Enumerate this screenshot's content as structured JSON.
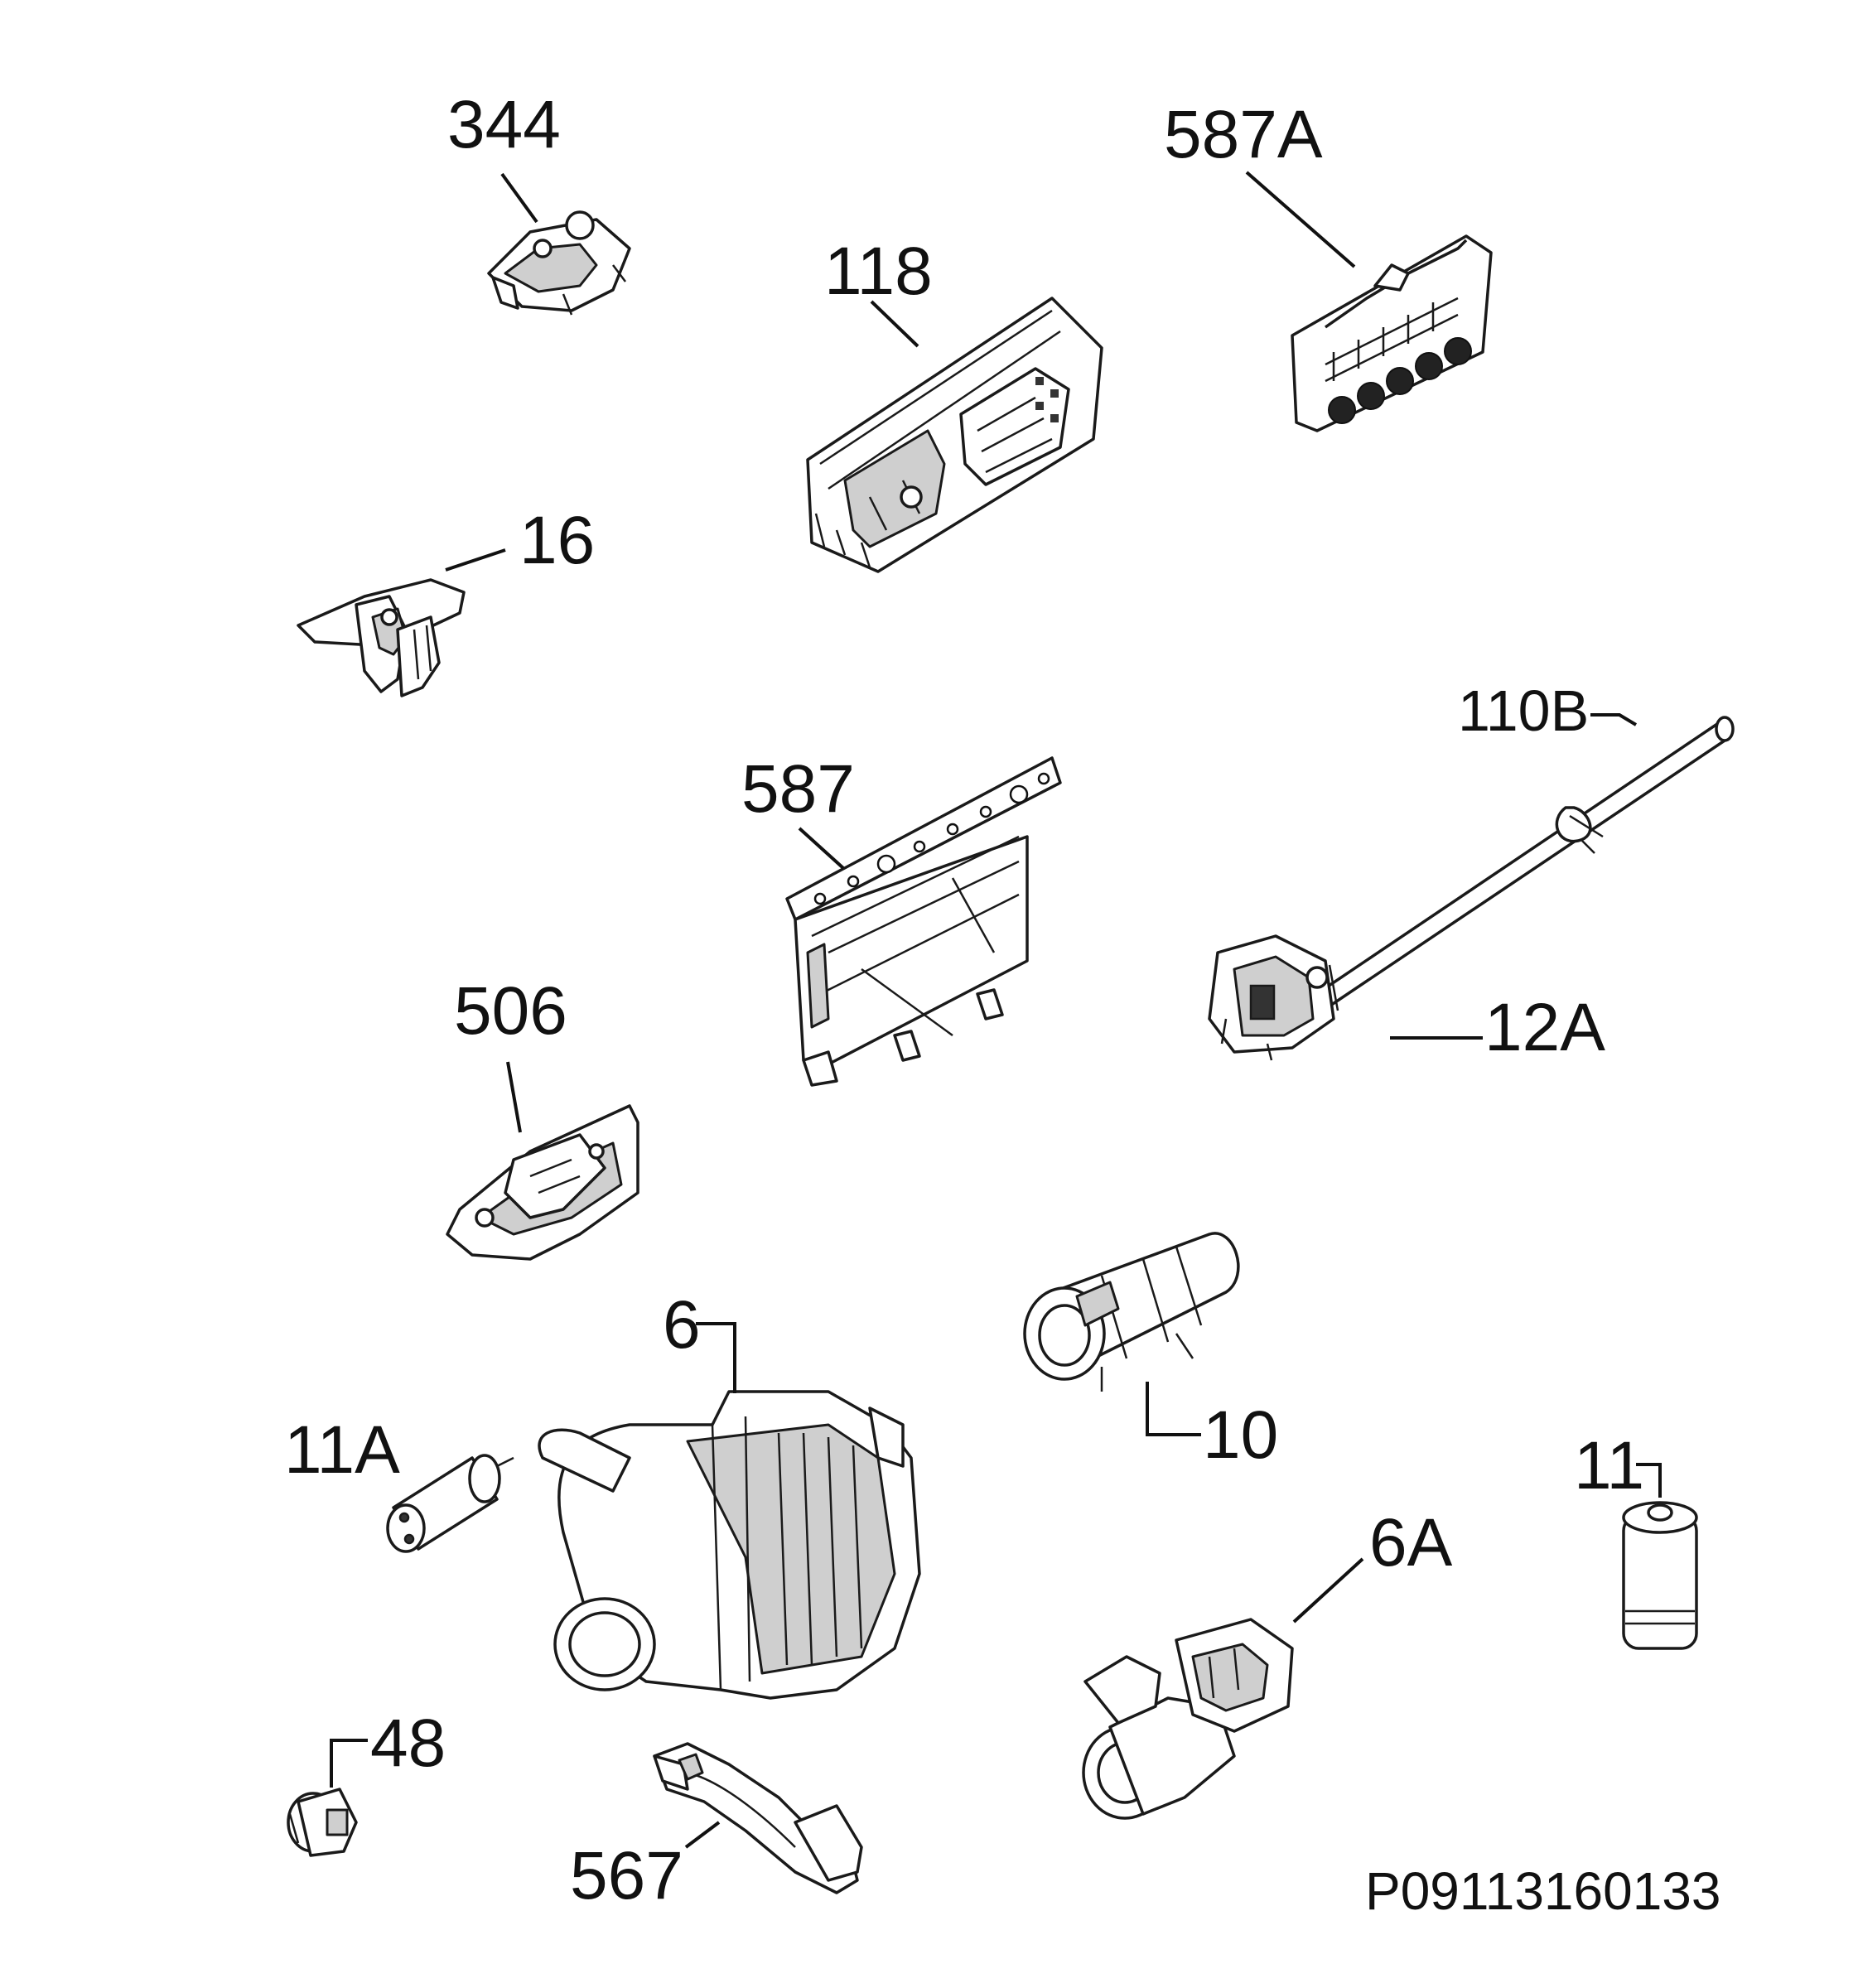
{
  "diagram": {
    "parts": [
      {
        "id": "344"
      },
      {
        "id": "587A"
      },
      {
        "id": "118"
      },
      {
        "id": "16"
      },
      {
        "id": "110B"
      },
      {
        "id": "587"
      },
      {
        "id": "12A"
      },
      {
        "id": "506"
      },
      {
        "id": "6"
      },
      {
        "id": "10"
      },
      {
        "id": "11A"
      },
      {
        "id": "11"
      },
      {
        "id": "6A"
      },
      {
        "id": "48"
      },
      {
        "id": "567"
      }
    ],
    "document_code": "P09113160133"
  }
}
